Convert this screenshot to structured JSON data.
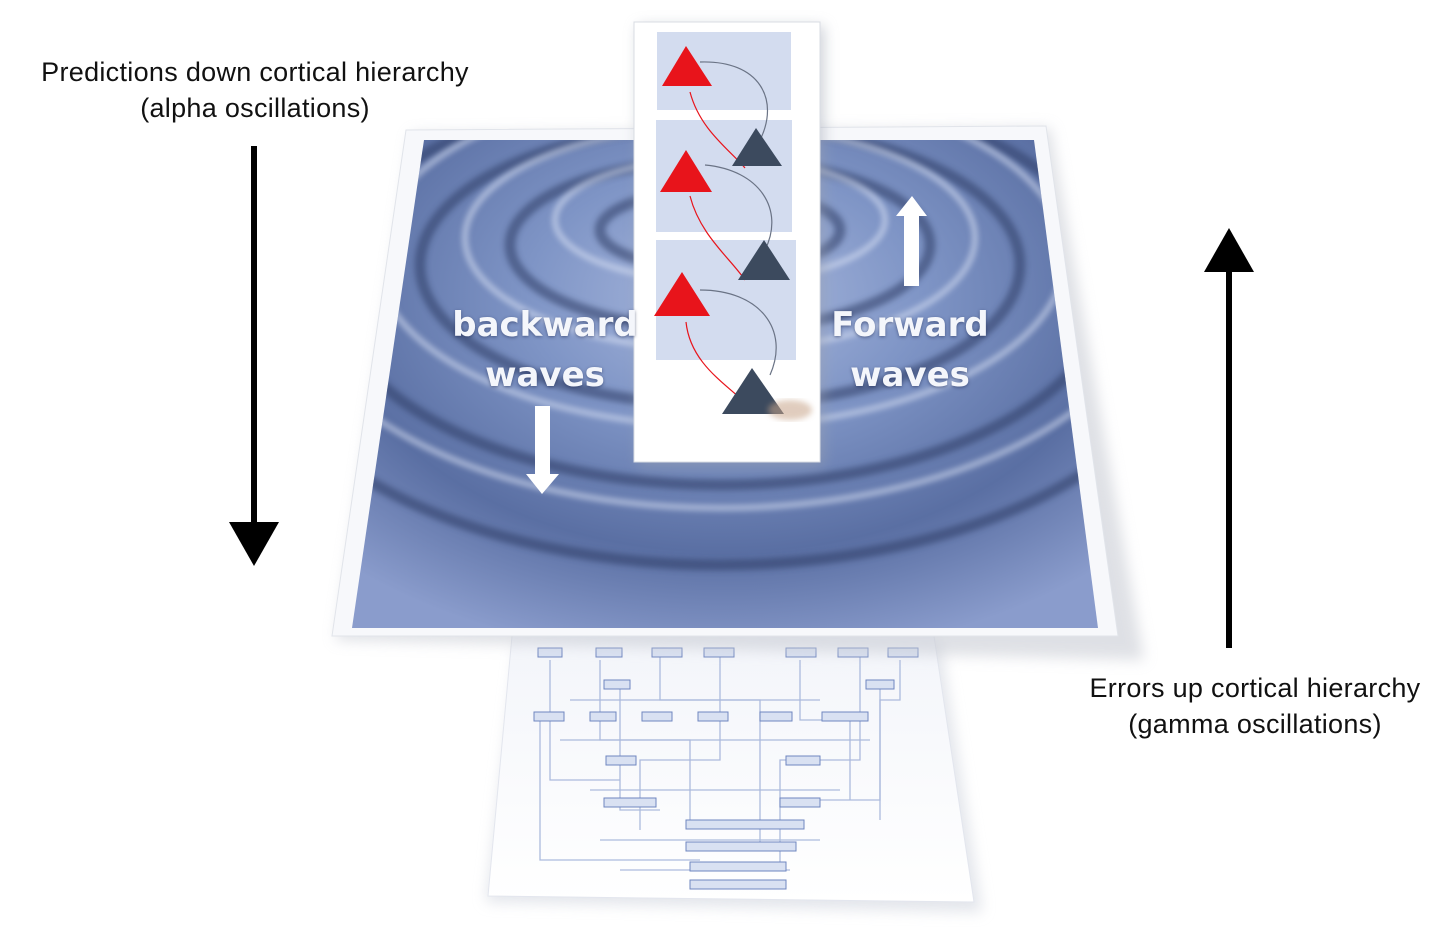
{
  "captions": {
    "predictions_line1": "Predictions down cortical hierarchy",
    "predictions_line2": "(alpha oscillations)",
    "errors_line1": "Errors up cortical hierarchy",
    "errors_line2": "(gamma oscillations)"
  },
  "waves": {
    "backward_line1": "backward",
    "backward_line2": "waves",
    "forward_line1": "Forward",
    "forward_line2": "waves"
  },
  "colors": {
    "prediction_unit": "#e8141b",
    "error_unit": "#3c4a5e",
    "plane_blue": "#6b82b8",
    "schematic_blue": "#8ea3cf"
  },
  "icons": [
    "down-arrow-icon",
    "up-arrow-icon",
    "white-up-arrow-icon",
    "white-down-arrow-icon",
    "triangle-neuron-icon"
  ]
}
